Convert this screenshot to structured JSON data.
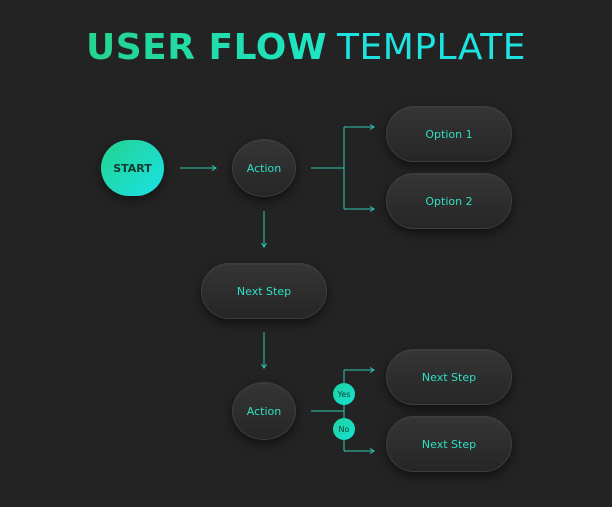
{
  "header": {
    "title_bold": "USER FLOW",
    "title_light": "TEMPLATE"
  },
  "nodes": {
    "start": "START",
    "action_1": "Action",
    "option_1": "Option 1",
    "option_2": "Option 2",
    "next_step_main": "Next Step",
    "action_2": "Action",
    "next_step_yes": "Next Step",
    "next_step_no": "Next Step"
  },
  "branches": {
    "yes": "Yes",
    "no": "No"
  },
  "colors": {
    "accent": "#1ee3c6",
    "gradient_start": "#24d38f",
    "gradient_end": "#19e2e6",
    "background": "#232323"
  }
}
